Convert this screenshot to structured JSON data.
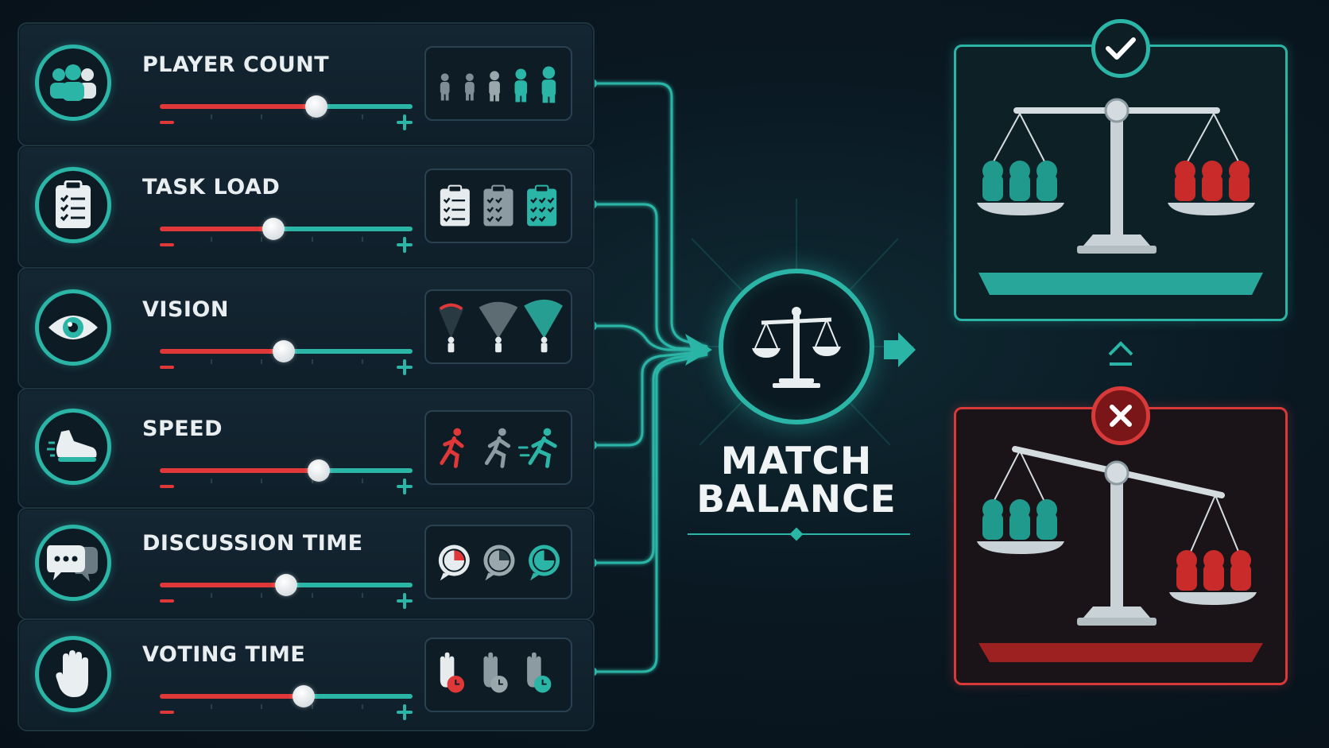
{
  "settings": [
    {
      "label": "PLAYER COUNT",
      "icon": "players-icon",
      "value": 0.62,
      "previews": [
        "player-count-low-icon",
        "player-count-mid-icon",
        "player-count-high-icon"
      ]
    },
    {
      "label": "TASK LOAD",
      "icon": "clipboard-icon",
      "value": 0.45,
      "previews": [
        "task-list-low-icon",
        "task-list-mid-icon",
        "task-list-high-icon"
      ]
    },
    {
      "label": "VISION",
      "icon": "eye-icon",
      "value": 0.49,
      "previews": [
        "vision-narrow-icon",
        "vision-medium-icon",
        "vision-wide-icon"
      ]
    },
    {
      "label": "SPEED",
      "icon": "running-shoe-icon",
      "value": 0.63,
      "previews": [
        "runner-slow-icon",
        "runner-medium-icon",
        "runner-fast-icon"
      ]
    },
    {
      "label": "DISCUSSION TIME",
      "icon": "chat-bubbles-icon",
      "value": 0.5,
      "previews": [
        "chat-timer-short-icon",
        "chat-timer-medium-icon",
        "chat-timer-long-icon"
      ]
    },
    {
      "label": "VOTING TIME",
      "icon": "raised-hand-icon",
      "value": 0.57,
      "previews": [
        "vote-timer-short-icon",
        "vote-timer-medium-icon",
        "vote-timer-long-icon"
      ]
    }
  ],
  "hub": {
    "title_line1": "MATCH",
    "title_line2": "BALANCE",
    "icon": "balance-scale-icon"
  },
  "outcomes": [
    {
      "state": "balanced",
      "badge_icon": "check-icon",
      "color": "#2bb5a6"
    },
    {
      "state": "unbalanced",
      "badge_icon": "x-icon",
      "color": "#d83a3a"
    }
  ],
  "colors": {
    "accent": "#2bb5a6",
    "danger": "#e03838",
    "background": "#0a1822"
  }
}
